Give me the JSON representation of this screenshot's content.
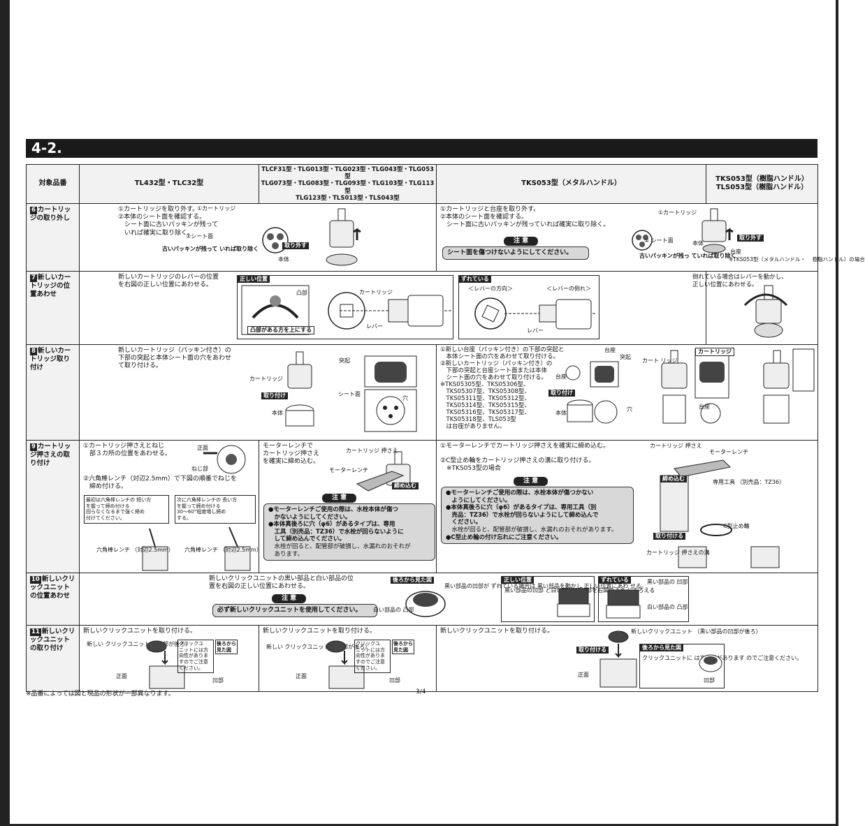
{
  "section_number": "4-2.",
  "header": {
    "col0": "対象品番",
    "col1": "TL432型・TLC32型",
    "col2": "TLCF31型・TLG013型・TLG023型・TLG043型・TLG053型\nTLG073型・TLG083型・TLG093型・TLG103型・TLG113型\nTLG123型・TLS013型・TLS043型",
    "col3": "TKS053型（メタルハンドル）",
    "col4": "TKS053型（樹脂ハンドル）\nTLS053型（樹脂ハンドル）"
  },
  "rows": {
    "r6": {
      "num": "6",
      "label": "カートリッジの取り外し",
      "left_text": "①カートリッジを取り外す。\n②本体のシート面を確認する。\n　シート面に古いパッキンが残って\n　いれば確実に取り除く。",
      "left_labels": {
        "cartridge": "①カートリッジ",
        "seat": "②シート面",
        "old_packing": "古いパッキンが残って\nいれば取り除く",
        "remove": "取り外す",
        "body": "本体"
      },
      "right_text": "①カートリッジと台座を取り外す。\n②本体のシート面を確認する。\n　シート面に古いパッキンが残っていれば確実に取り除く。",
      "caution_head": "注 意",
      "caution_text": "シート面を傷つけないようにしてください。",
      "right_labels": {
        "cartridge": "①カートリッジ",
        "seat": "②\nシート面",
        "body": "本体",
        "base": "台座",
        "remove": "取り外す",
        "old_packing": "古いパッキンが残っ\nていれば取り除く",
        "note": "※TKS053型（メタルハンドル・\n　樹脂ハンドル）の場合"
      }
    },
    "r7": {
      "num": "7",
      "label": "新しいカートリッジの位置あわせ",
      "text": "新しいカートリッジのレバーの位置\nを右図の正しい位置にあわせる。",
      "correct_tag": "正しい位置",
      "convex": "凸部",
      "cartridge": "カートリッジ",
      "lever": "レバー",
      "convex_up": "凸部がある方を上にする",
      "wrong_tag": "ずれている",
      "lever_dir": "＜レバーの方向＞",
      "lever_tilt": "＜レバーの倒れ＞",
      "lever2": "レバー",
      "right_text": "倒れている場合はレバーを動かし、\n正しい位置にあわせる。"
    },
    "r8": {
      "num": "8",
      "label": "新しいカートリッジ取り付け",
      "left_text": "新しいカートリッジ（パッキン付き）の\n下部の突起と本体シート面の穴をあわせ\nて取り付ける。",
      "left_labels": {
        "protrusion": "突起",
        "cartridge": "カートリッジ",
        "attach": "取り付け",
        "seat": "シート面",
        "hole": "穴",
        "body": "本体"
      },
      "right_text": "①新しい台座（パッキン付き）の下部の突起と\n　本体シート面の穴をあわせて取り付ける。\n②新しいカートリッジ（パッキン付き）の\n　下部の突起と台座シート面または本体\n　シート面の穴をあわせて取り付ける。\n※TKS05305型、TKS05306型、\n　TKS05307型、TKS05308型、\n　TKS05311型、TKS05312型、\n　TKS05314型、TKS05315型、\n　TKS05316型、TKS05317型、\n　TKS05318型、TLS053型\n　は台座がありません。",
      "right_labels": {
        "base": "台座",
        "protrusion": "突起",
        "seat_base": "台座",
        "attach": "取り付け",
        "body": "本体",
        "hole": "穴",
        "cartridge": "カート\nリッジ",
        "cartridge_tag": "カートリッジ",
        "base2": "台座"
      }
    },
    "r9": {
      "num": "9",
      "label": "カートリッジ押さえの取り付け",
      "c1_text1": "①カートリッジ押さえとねじ\n　部３カ所の位置をあわせる。",
      "c1_front": "正面",
      "c1_screw": "ねじ部",
      "c1_text2": "②六角棒レンチ（対辺2.5mm）で下図の順番でねじを\n　締め付ける。",
      "c1_box1": "最初は六角棒レンチの 短い方\nを握って締め付ける\n回らなくなるまで強く締め\n付けてください。",
      "c1_box2": "次に六角棒レンチの 長い方\nを握って締め付ける\n30～60°程度増し締め\nする。",
      "c1_wrench1": "六角棒レンチ\n（対辺2.5mm）",
      "c1_wrench2": "六角棒レンチ\n（対辺2.5mm）",
      "c2_text": "モーターレンチで\nカートリッジ押さえ\nを確実に締め込む。",
      "c2_cart_press": "カートリッジ\n押さえ",
      "c2_wrench": "モーターレンチ",
      "c2_tighten": "締め込む",
      "c2_caution_head": "注 意",
      "c2_caution_bold1": "●モーターレンチご使用の際は、水栓本体が傷つ\n　かないようにしてください。",
      "c2_caution_bold2": "●本体真後ろに穴（φ6）があるタイプは、専用\n　工具（別売品：TZ36）で水栓が回らないように\n　して締め込んでください。",
      "c2_caution_norm": "　水栓が回ると、配管部が破損し、水漏れのおそれが\n　あります。",
      "c3_text1": "①モーターレンチでカートリッジ押さえを確実に締め込む。",
      "c3_text2": "②C型止め輪をカートリッジ押さえの溝に取り付ける。\n　※TKS053型の場合",
      "c3_caution_head": "注 意",
      "c3_caution_bold1": "●モーターレンチご使用の際は、水栓本体が傷つかない\n　ようにしてください。",
      "c3_caution_bold2": "●本体真後ろに穴（φ6）があるタイプは、専用工具（別\n　売品：TZ36）で水栓が回らないようにして締め込んで\n　ください。",
      "c3_caution_norm": "　水栓が回ると、配管部が破損し、水漏れのおそれがあります。",
      "c3_caution_bold3": "●C型止め輪の付け忘れにご注意ください。",
      "c3_cart_press": "カートリッジ\n押さえ",
      "c3_wrench": "モーターレンチ",
      "c3_tighten": "締め込む",
      "c3_tool": "専用工具\n（別売品：TZ36）",
      "c3_cring": "C型止め輪",
      "c3_attach": "取り付ける",
      "c3_groove": "カートリッジ\n押さえの溝"
    },
    "r10": {
      "num": "10",
      "label": "新しいクリックユニットの位置あわせ",
      "text": "新しいクリックユニットの黒い部品と白い部品の位\n置を右図の正しい位置にあわせる。",
      "caution_head": "注 意",
      "caution_text": "必ず新しいクリックユニットを使用してください。",
      "rear_tag": "後ろから見た図",
      "white_recess": "白い部品の\n凸部",
      "desc": "黒い部品の凹部が\nずれている場合は\n黒い部品を動かし\n正しい位置にあわ\nせる。",
      "correct_tag": "正しい位置",
      "correct_text": "黒い部品の凹部\nと白い部品の凸\n部を右図のよう\nにそろえる",
      "wrong_tag": "ずれている",
      "black_recess": "黒い部品の\n凹部",
      "white_conv": "白い部品の\n凸部"
    },
    "r11": {
      "num": "11",
      "label": "新しいクリックユニットの取り付け",
      "c1_text": "新しいクリックユニットを取り付ける。",
      "c1_unit": "新しい\nクリックユニット\n（凹部が後ろ）",
      "c1_note": "クリックユ\nニットには方\n向性がありま\nすのでご注意\nください。",
      "c1_rear": "後ろから\n見た図",
      "c1_front": "正面",
      "c1_recess": "凹部",
      "c2_text": "新しいクリックユニットを取り付ける。",
      "c2_unit": "新しい\nクリックユニット\n（凹部が後ろ）",
      "c2_note": "クリックユ\nニットには方\n向性がありま\nすのでご注意\nください。",
      "c2_rear": "後ろから\n見た図",
      "c2_front": "正面",
      "c2_recess": "凹部",
      "c3_text": "新しいクリックユニットを取り付ける。",
      "c3_unit": "新しいクリックユニット\n（黒い部品の凹部が後ろ）",
      "c3_attach": "取り付ける",
      "c3_rear": "後ろから見た図",
      "c3_note": "クリックユニットに\nは方向性があります\nのでご注意ください。",
      "c3_front": "正面",
      "c3_recess": "凹部"
    }
  },
  "footer": {
    "note": "※品番によっては図と現品の形状が一部異なります。",
    "page": "3/4"
  }
}
